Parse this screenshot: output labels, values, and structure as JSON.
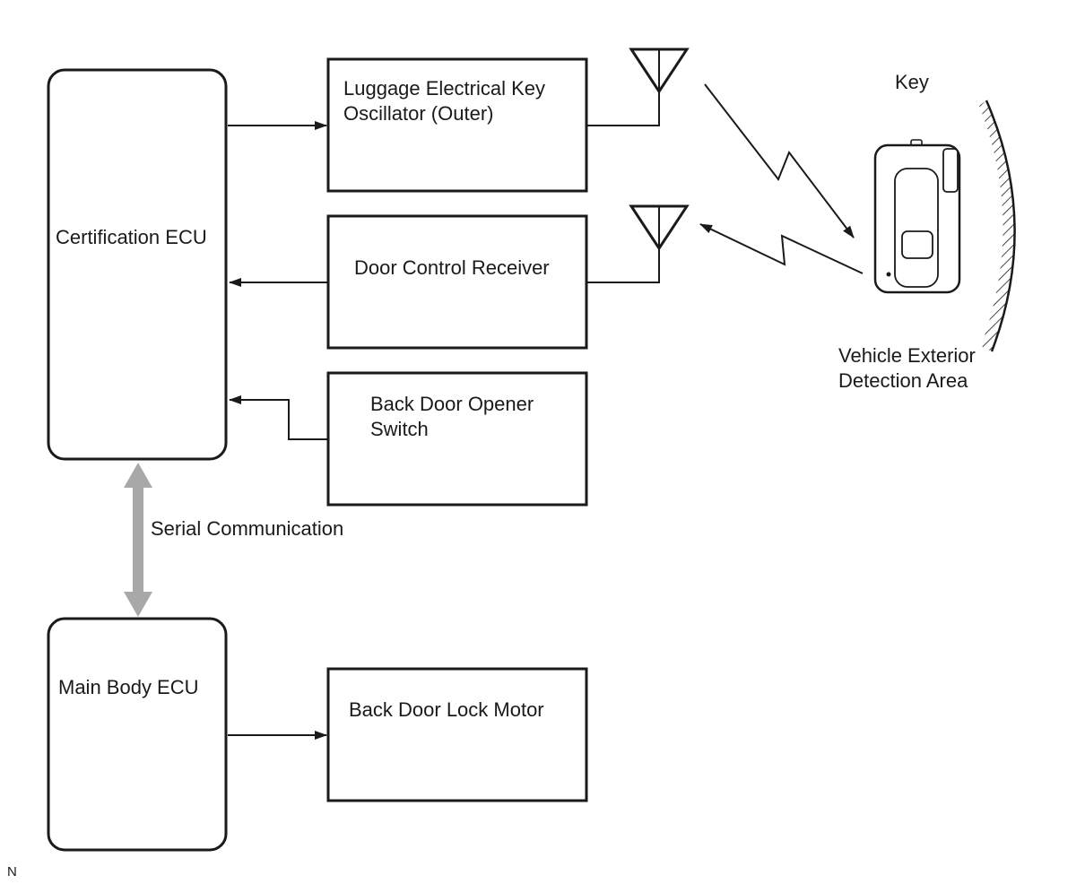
{
  "nodes": {
    "certification_ecu": "Certification ECU",
    "main_body_ecu": "Main Body ECU",
    "luggage_oscillator_line1": "Luggage Electrical Key",
    "luggage_oscillator_line2": "Oscillator (Outer)",
    "door_control_receiver": "Door Control Receiver",
    "back_door_opener_line1": "Back Door Opener",
    "back_door_opener_line2": "Switch",
    "back_door_lock_motor": "Back Door Lock Motor"
  },
  "labels": {
    "key": "Key",
    "detection_area_line1": "Vehicle Exterior",
    "detection_area_line2": "Detection Area",
    "serial_communication": "Serial Communication",
    "corner_mark": "N"
  },
  "colors": {
    "line": "#1a1a1a",
    "serial_arrow": "#a8a8a8",
    "background": "#ffffff"
  }
}
